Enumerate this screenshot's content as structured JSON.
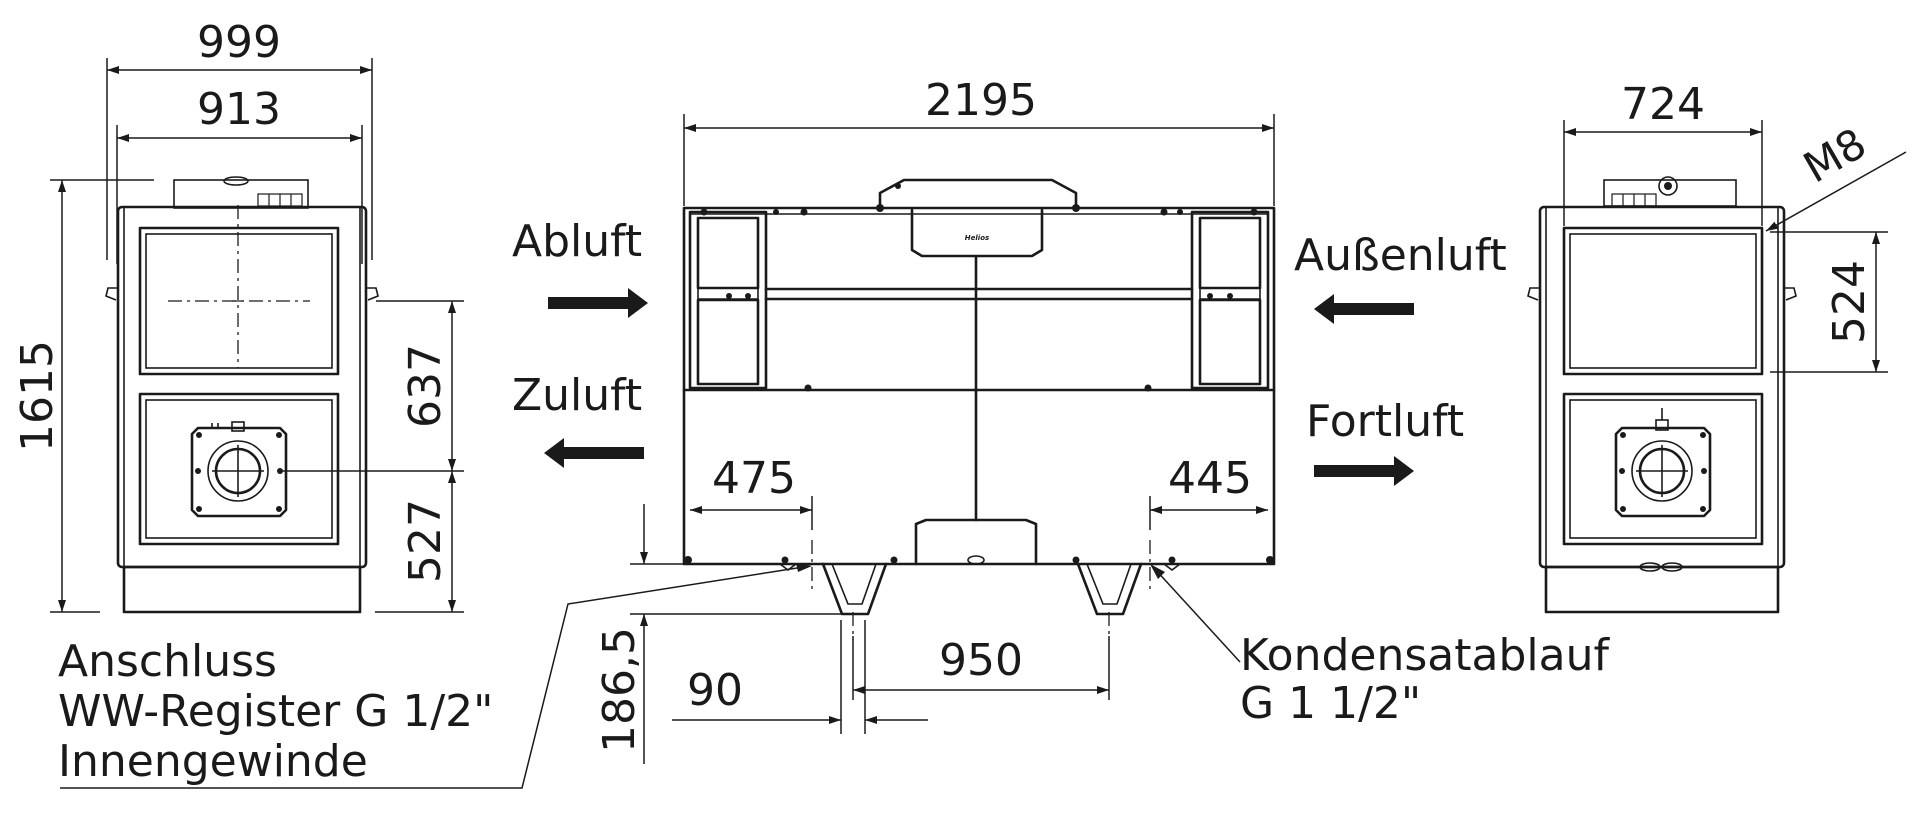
{
  "dimensions": {
    "left_width_outer": "999",
    "left_width_inner": "913",
    "height_total": "1615",
    "height_upper": "637",
    "height_lower": "527",
    "length_total": "2195",
    "left_connection_offset": "475",
    "right_connection_offset": "445",
    "drain_spacing": "950",
    "drain_offset": "90",
    "drain_height": "186,5",
    "right_width": "724",
    "right_height": "524",
    "thread": "M8"
  },
  "airflows": {
    "exhaust": "Abluft",
    "supply": "Zuluft",
    "outdoor": "Außenluft",
    "discharge": "Fortluft"
  },
  "notes": {
    "connection_line1": "Anschluss",
    "connection_line2": "WW-Register G 1/2\"",
    "connection_line3": "Innengewinde",
    "drain_line1": "Kondensatablauf",
    "drain_line2": "G 1 1/2\""
  },
  "brand_mark": "Helios"
}
